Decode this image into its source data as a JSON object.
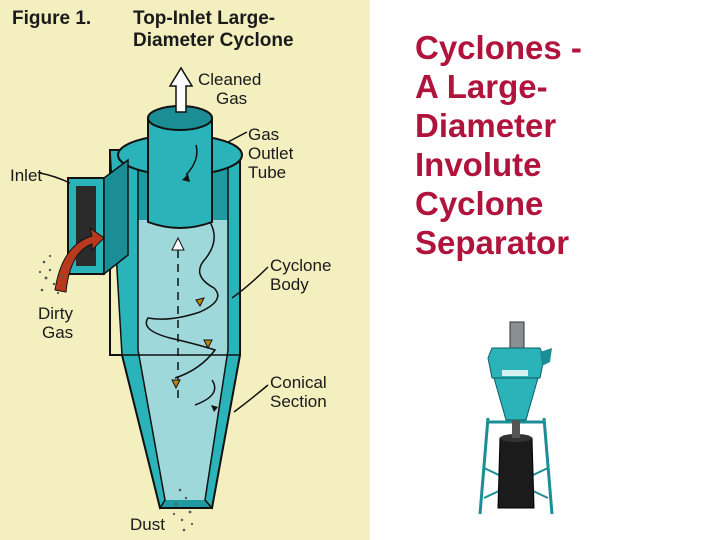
{
  "figure": {
    "number": "Figure 1.",
    "title_line1": "Top-Inlet Large-",
    "title_line2": "Diameter Cyclone",
    "labels": {
      "cleaned_gas": [
        "Cleaned",
        "Gas"
      ],
      "gas_outlet_tube": [
        "Gas",
        "Outlet",
        "Tube"
      ],
      "inlet": [
        "Inlet"
      ],
      "cyclone_body": [
        "Cyclone",
        "Body"
      ],
      "dirty_gas": [
        "Dirty",
        "Gas"
      ],
      "conical_section": [
        "Conical",
        "Section"
      ],
      "dust": [
        "Dust"
      ]
    }
  },
  "slide": {
    "title_lines": [
      "Cyclones -",
      "A Large-",
      "Diameter",
      "Involute",
      "Cyclone",
      "Separator"
    ]
  },
  "colors": {
    "panel_bg": "#f3efbf",
    "cyclone_teal": "#2ab3b8",
    "cyclone_dark": "#1a8e94",
    "inner_light": "#9fd8da",
    "title_red": "#b0143c",
    "arrow_red": "#b83a1e"
  },
  "icons": [
    "arrow-up-icon",
    "curved-arrow-icon"
  ]
}
